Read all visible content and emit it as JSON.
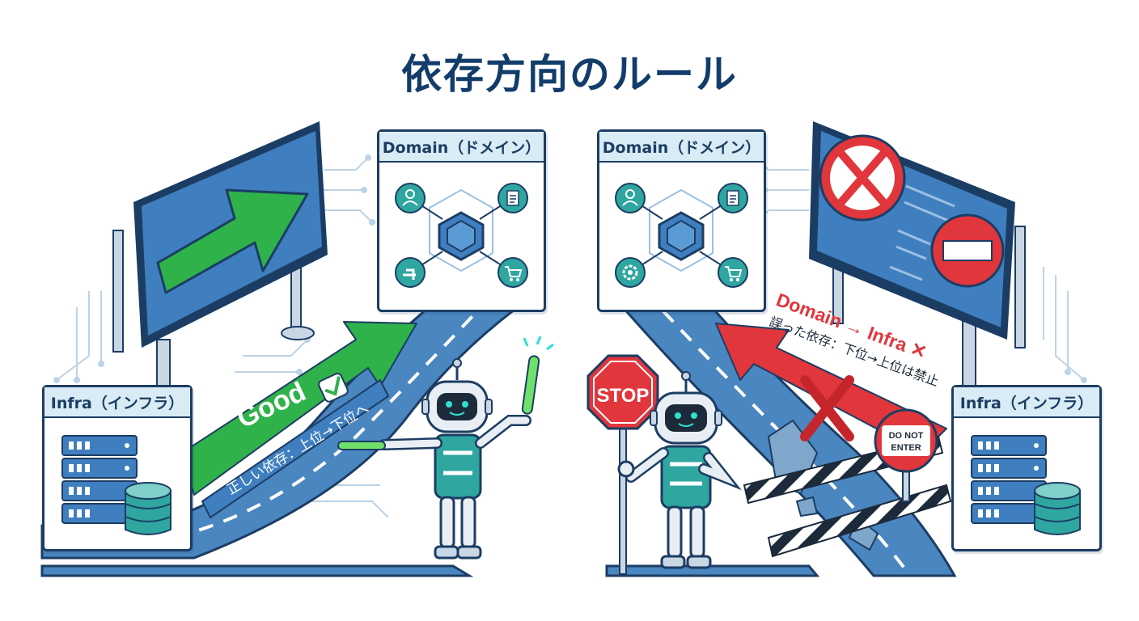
{
  "title": "依存方向のルール",
  "left": {
    "domain_label": "Domain（ドメイン）",
    "infra_label": "Infra（インフラ）",
    "good_label": "Good",
    "caption": "正しい依存：上位→下位へ"
  },
  "right": {
    "domain_label": "Domain（ドメイン）",
    "infra_label": "Infra（インフラ）",
    "stop_label": "STOP",
    "wrong_label": "Domain → Infra ✕",
    "caption": "誤った依存：下位→上位は禁止",
    "no_entry_line1": "DO NOT",
    "no_entry_line2": "ENTER"
  },
  "colors": {
    "navy": "#1c3d63",
    "road": "#4a86c0",
    "sign_blue": "#3f7fc0",
    "good_green": "#2fb24a",
    "bad_red": "#e0363c",
    "teal": "#2fa6a0",
    "panel_head": "#d9ecf5"
  },
  "icons": [
    "user-icon",
    "document-icon",
    "cart-icon",
    "tools-icon",
    "gear-icon",
    "hexagon-core-icon",
    "server-rack-icon",
    "database-icon",
    "checkmark-icon",
    "no-entry-icon",
    "cross-icon"
  ]
}
